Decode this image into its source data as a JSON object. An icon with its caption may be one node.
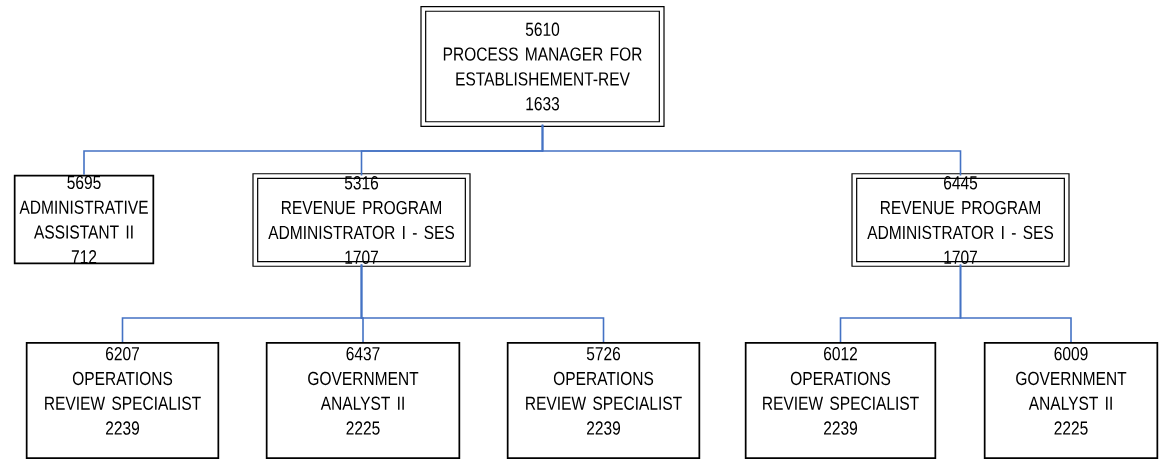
{
  "diagram": {
    "nodes": [
      {
        "text": [
          "5610",
          "PROCESS MANAGER FOR ESTABLISHEMENT-REV",
          "1633"
        ]
      },
      {
        "text": [
          "5695",
          "ADMINISTRATIVE ASSISTANT II",
          "712"
        ]
      },
      {
        "text": [
          "5316",
          "REVENUE PROGRAM ADMINISTRATOR I - SES",
          "1707"
        ]
      },
      {
        "text": [
          "6445",
          "REVENUE PROGRAM ADMINISTRATOR I - SES",
          "1707"
        ]
      },
      {
        "text": [
          "6207",
          "OPERATIONS REVIEW SPECIALIST",
          "2239"
        ]
      },
      {
        "text": [
          "6437",
          "GOVERNMENT ANALYST II",
          "2225"
        ]
      },
      {
        "text": [
          "5726",
          "OPERATIONS REVIEW SPECIALIST",
          "2239"
        ]
      },
      {
        "text": [
          "6012",
          "OPERATIONS REVIEW SPECIALIST",
          "2239"
        ]
      },
      {
        "text": [
          "6009",
          "GOVERNMENT ANALYST II",
          "2225"
        ]
      }
    ],
    "edges": [
      {
        "from": 0,
        "to": 1,
        "arrow": "none"
      },
      {
        "from": 0,
        "to": 2,
        "arrow": "none"
      },
      {
        "from": 0,
        "to": 3,
        "arrow": "none"
      },
      {
        "from": 2,
        "to": 4,
        "arrow": "none"
      },
      {
        "from": 2,
        "to": 5,
        "arrow": "none"
      },
      {
        "from": 2,
        "to": 6,
        "arrow": "none"
      },
      {
        "from": 3,
        "to": 7,
        "arrow": "none"
      },
      {
        "from": 3,
        "to": 8,
        "arrow": "none"
      }
    ]
  }
}
